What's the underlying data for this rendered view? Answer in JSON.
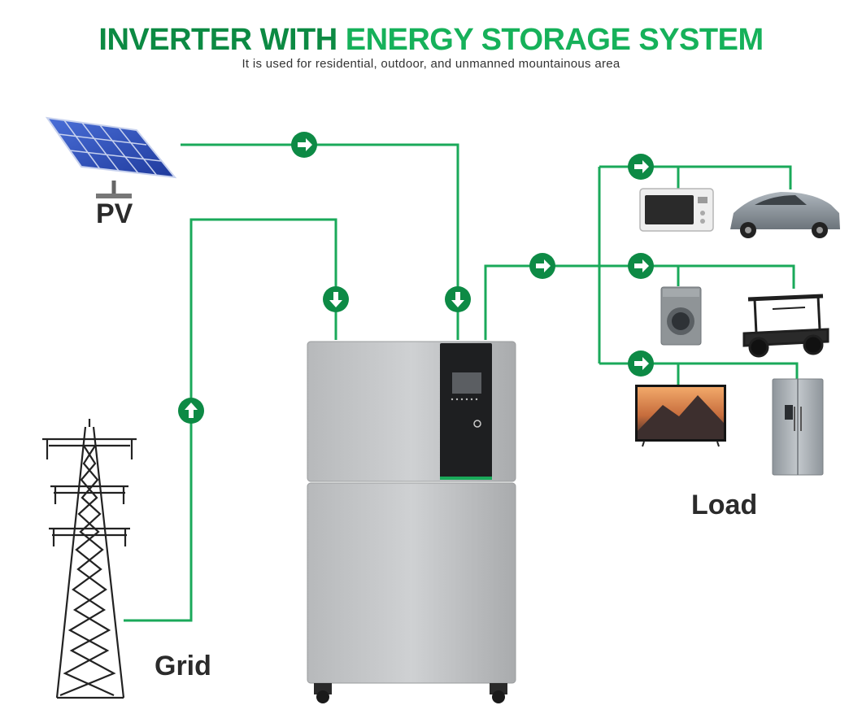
{
  "header": {
    "title_part1": "INVERTER WITH ",
    "title_part2": "ENERGY STORAGE SYSTEM",
    "subtitle": "It is used for residential, outdoor, and unmanned mountainous area"
  },
  "labels": {
    "pv": "PV",
    "grid": "Grid",
    "load": "Load"
  },
  "colors": {
    "line": "#1aa95a",
    "arrow_circle": "#0d8a45",
    "title_dark": "#0c8a43",
    "title_light": "#16b15a"
  },
  "icons": {
    "pv": "solar-panel-icon",
    "grid": "power-tower-icon",
    "device": "inverter-battery-cabinet",
    "loads": [
      "microwave-icon",
      "car-icon",
      "washing-machine-icon",
      "golf-cart-icon",
      "tv-icon",
      "refrigerator-icon"
    ]
  }
}
